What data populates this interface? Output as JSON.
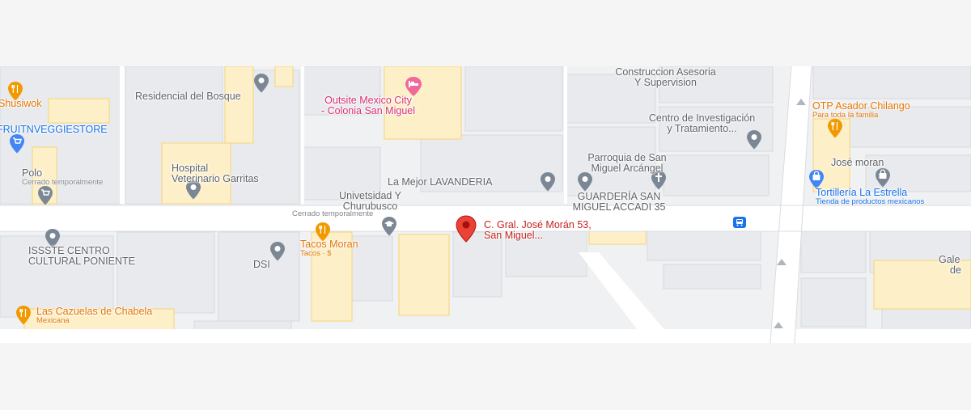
{
  "labels": {
    "shusiwok": "Shusiwok",
    "residencial": "Residencial del Bosque",
    "outsite_line1": "Outsite Mexico City",
    "outsite_line2": "- Colonia San Miguel",
    "construccion_line1": "Construccion Asesoria",
    "construccion_line2": "Y Supervision",
    "otp": "OTP Asador Chilango",
    "otp_sub": "Para toda la familia",
    "fruit": "FRUITNVEGGIESTORE",
    "centro_line1": "Centro de Investigación",
    "centro_line2": "y Tratamiento...",
    "parroquia_line1": "Parroquia de San",
    "parroquia_line2": "Miguel Arcángel",
    "jose_moran": "José moran",
    "polo": "Polo",
    "polo_sub": "Cerrado temporalmente",
    "hospital_line1": "Hospital",
    "hospital_line2": "Veterinario Garritas",
    "lavanderia": "La Mejor LAVANDERIA",
    "tortilleria": "Tortillería La Estrella",
    "tortilleria_sub": "Tienda de productos mexicanos",
    "univ_line1": "Univetsidad Y",
    "univ_line2": "Churubusco",
    "univ_sub": "Cerrado temporalmente",
    "guarderia_line1": "GUARDERÍA SAN",
    "guarderia_line2": "MIGUEL ACCADI 35",
    "address_line1": "C. Gral. José Morán 53,",
    "address_line2": "San Miguel...",
    "issste_line1": "ISSSTE CENTRO",
    "issste_line2": "CULTURAL PONIENTE",
    "tacos": "Tacos Moran",
    "tacos_sub": "Tacos · $",
    "dsi": "DSI",
    "cazuelas": "Las Cazuelas de Chabela",
    "cazuelas_sub": "Mexicana",
    "galeria_line1": "Gale",
    "galeria_line2": "de"
  },
  "colors": {
    "road": "#ffffff",
    "block": "#e8eaed",
    "building_edge": "#d6d9de",
    "highlight_building": "#fdf0c9",
    "highlight_edge": "#f6d88a",
    "poi_gray": "#7b8794",
    "poi_orange": "#f29900",
    "poi_blue": "#4285f4",
    "poi_pink": "#ee6a9a",
    "main_pin": "#ea4335"
  },
  "icons": {
    "restaurant": "fork-knife-icon",
    "place": "place-pin-icon",
    "shopping": "cart-icon",
    "hotel": "bed-icon",
    "church": "cross-icon",
    "school": "graduation-cap-icon",
    "store": "shopping-bag-icon",
    "bus": "bus-icon",
    "selected": "red-location-pin-icon"
  }
}
